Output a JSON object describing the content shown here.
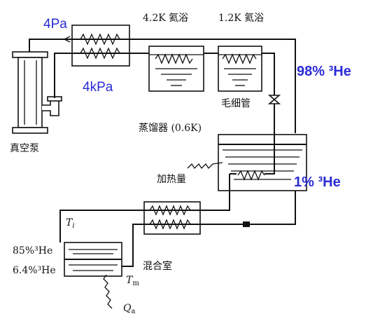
{
  "labels": {
    "pressure_low": "4Pa",
    "pressure_high": "4kPa",
    "helium_bath_42": "4.2K 氦浴",
    "helium_bath_12": "1.2K 氦浴",
    "vacuum_pump": "真空泵",
    "capillary": "毛细管",
    "he3_98": "98% ³He",
    "still": "蒸馏器 (0.6K)",
    "heater": "加热量",
    "he3_1": "1% ³He",
    "t_i": "T",
    "t_i_sub": "i",
    "he3_85": "85%³He",
    "he3_64": "6.4%³He",
    "mixing_chamber": "混合室",
    "t_m": "T",
    "t_m_sub": "m",
    "q_a": "Q",
    "q_a_sub": "a"
  },
  "colors": {
    "accent": "#2b2bd6",
    "line": "#111111"
  }
}
